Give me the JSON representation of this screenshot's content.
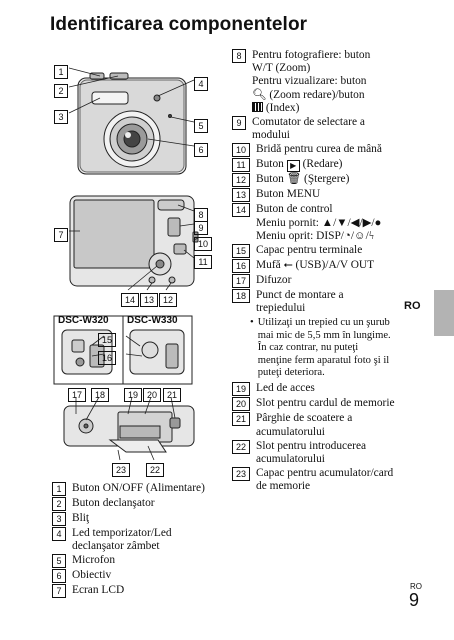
{
  "title": "Identificarea componentelor",
  "figure": {
    "model_left": "DSC-W320",
    "model_right": "DSC-W330",
    "callouts": {
      "c1": "1",
      "c2": "2",
      "c3": "3",
      "c4": "4",
      "c5": "5",
      "c6": "6",
      "c7": "7",
      "c8": "8",
      "c9": "9",
      "c10": "10",
      "c11": "11",
      "c12": "12",
      "c13": "13",
      "c14": "14",
      "c15": "15",
      "c16": "16",
      "c17": "17",
      "c18": "18",
      "c19": "19",
      "c20": "20",
      "c21": "21",
      "c22": "22",
      "c23": "23"
    }
  },
  "left_list": [
    {
      "num": "1",
      "text": "Buton ON/OFF (Alimentare)"
    },
    {
      "num": "2",
      "text": "Buton declanşator"
    },
    {
      "num": "3",
      "text": "Bliţ"
    },
    {
      "num": "4",
      "line1": "Led temporizator/Led",
      "line2": "declanşator zâmbet"
    },
    {
      "num": "5",
      "text": "Microfon"
    },
    {
      "num": "6",
      "text": "Obiectiv"
    },
    {
      "num": "7",
      "text": "Ecran LCD"
    }
  ],
  "right_list": {
    "i8": {
      "num": "8",
      "l1": "Pentru fotografiere: buton",
      "l2": "W/T (Zoom)",
      "l3": "Pentru vizualizare: buton",
      "l4": "(Zoom redare)/buton",
      "l5": "(Index)"
    },
    "i9": {
      "num": "9",
      "l1": "Comutator de selectare a",
      "l2": "modului"
    },
    "i10": {
      "num": "10",
      "text": "Bridă pentru curea de mână"
    },
    "i11": {
      "num": "11",
      "text": "(Redare)",
      "prefix": "Buton"
    },
    "i12": {
      "num": "12",
      "text": "(Ştergere)",
      "prefix": "Buton"
    },
    "i13": {
      "num": "13",
      "text": "Buton MENU"
    },
    "i14": {
      "num": "14",
      "l1": "Buton de control",
      "l2": "Meniu pornit: ▲/▼/◀/▶/●",
      "l3": "Meniu oprit: DISP/",
      "l3b": "/",
      "l3c": "/"
    },
    "i15": {
      "num": "15",
      "text": "Capac pentru terminale"
    },
    "i16": {
      "num": "16",
      "prefix": "Mufă",
      "text": "(USB)/A/V OUT"
    },
    "i17": {
      "num": "17",
      "text": "Difuzor"
    },
    "i18": {
      "num": "18",
      "l1": "Punct de montare a",
      "l2": "trepiedului"
    },
    "note": "Utilizaţi un trepied cu un şurub mai mic de 5,5 mm în lungime. În caz contrar, nu puteţi menţine ferm aparatul foto şi îl puteţi deteriora.",
    "note_lines": [
      "Utilizaţi un trepied cu un şurub",
      "mai mic de 5,5 mm în lungime.",
      "În caz contrar, nu puteţi",
      "menţine ferm aparatul foto şi il",
      "puteţi deteriora."
    ],
    "i19": {
      "num": "19",
      "text": "Led de acces"
    },
    "i20": {
      "num": "20",
      "text": "Slot pentru cardul de memorie"
    },
    "i21": {
      "num": "21",
      "l1": "Pârghie de scoatere a",
      "l2": "acumulatorului"
    },
    "i22": {
      "num": "22",
      "l1": "Slot pentru introducerea",
      "l2": "acumulatorului"
    },
    "i23": {
      "num": "23",
      "l1": "Capac pentru acumulator/card",
      "l2": "de memorie"
    }
  },
  "side_tab": "RO",
  "page_lang": "RO",
  "page_number": "9"
}
